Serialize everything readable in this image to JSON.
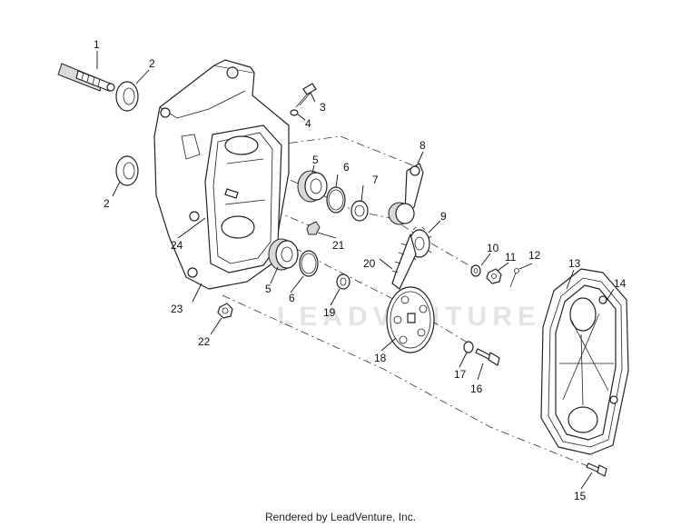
{
  "callouts": [
    "1",
    "2",
    "2",
    "3",
    "4",
    "5",
    "5",
    "6",
    "6",
    "7",
    "8",
    "9",
    "10",
    "11",
    "12",
    "13",
    "14",
    "15",
    "16",
    "17",
    "18",
    "19",
    "20",
    "21",
    "22",
    "23",
    "24"
  ],
  "watermark": "LEADVENTURE",
  "footer": "Rendered by LeadVenture, Inc."
}
